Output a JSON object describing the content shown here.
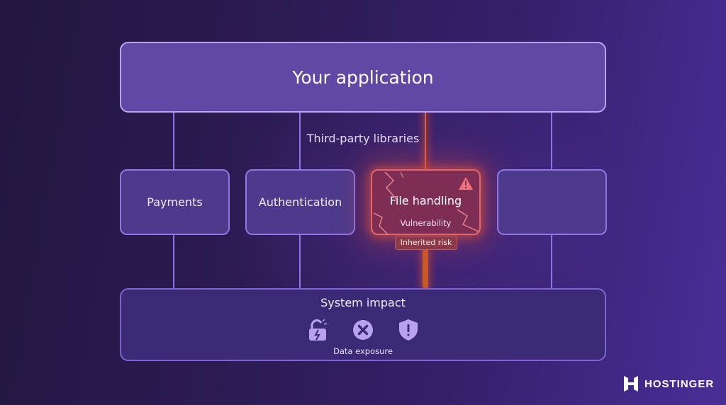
{
  "diagram": {
    "app_title": "Your application",
    "libraries_label": "Third-party libraries",
    "libraries": [
      {
        "label": "Payments",
        "state": "normal"
      },
      {
        "label": "Authentication",
        "state": "normal"
      },
      {
        "label": "File handling",
        "state": "vulnerable",
        "tag": "Vulnerability"
      },
      {
        "label": "",
        "state": "normal"
      }
    ],
    "inherited_risk_label": "Inherited risk",
    "impact": {
      "title": "System impact",
      "icons": [
        "broken-lock-icon",
        "x-circle-icon",
        "shield-alert-icon"
      ],
      "caption": "Data exposure"
    }
  },
  "brand": {
    "name": "HOSTINGER",
    "logo": "hostinger-logo-icon"
  },
  "colors": {
    "accent": "#8e72e6",
    "app_box": "#6148a5",
    "danger": "#e2686a",
    "danger_glow": "#e0603a",
    "icon": "#b8a2f0"
  }
}
